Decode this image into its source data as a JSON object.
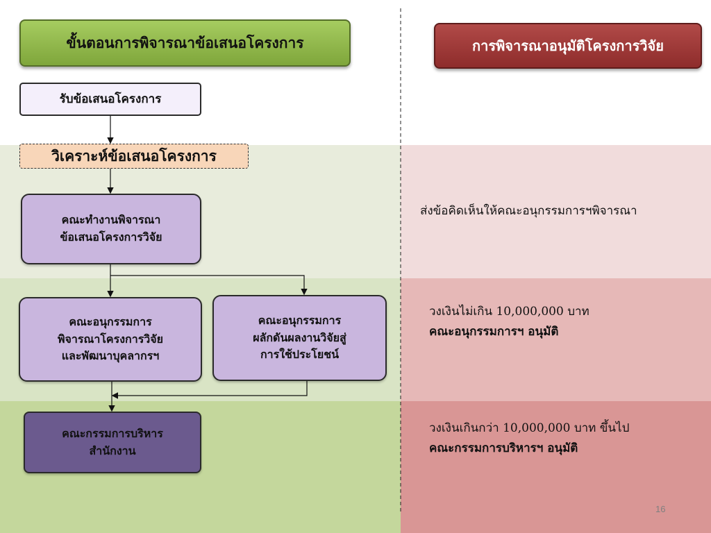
{
  "header": {
    "left_title": "ขั้นตอนการพิจารณาข้อเสนอโครงการ",
    "right_title": "การพิจารณาอนุมัติโครงการวิจัย"
  },
  "flow": {
    "receive": "รับข้อเสนอโครงการ",
    "analyze": "วิเคราะห์ข้อเสนอโครงการ",
    "working_group": [
      "คณะทำงานพิจารณา",
      "ข้อเสนอโครงการวิจัย"
    ],
    "subcommittee_research": [
      "คณะอนุกรรมการ",
      "พิจารณาโครงการวิจัย",
      "และพัฒนาบุคลากรฯ"
    ],
    "subcommittee_utilization": [
      "คณะอนุกรรมการ",
      "ผลักดันผลงานวิจัยสู่",
      "การใช้ประโยชน์"
    ],
    "executive_committee": [
      "คณะกรรมการบริหาร",
      "สำนักงาน"
    ]
  },
  "approvals": {
    "stage1": "ส่งข้อคิดเห็นให้คณะอนุกรรมการฯพิจารณา",
    "stage2_line1": "วงเงินไม่เกิน 10,000,000 บาท",
    "stage2_line2": "คณะอนุกรรมการฯ อนุมัติ",
    "stage3_line1": "วงเงินเกินกว่า 10,000,000 บาท ขึ้นไป",
    "stage3_line2": "คณะกรรมการบริหารฯ อนุมัติ"
  },
  "page_number": "16",
  "colors": {
    "band_green_1": "#e8ecdc",
    "band_green_2": "#d9e4c5",
    "band_green_3": "#c4d79c",
    "band_red_1": "#f1dcdc",
    "band_red_2": "#e6b8b7",
    "band_red_3": "#d99695"
  }
}
